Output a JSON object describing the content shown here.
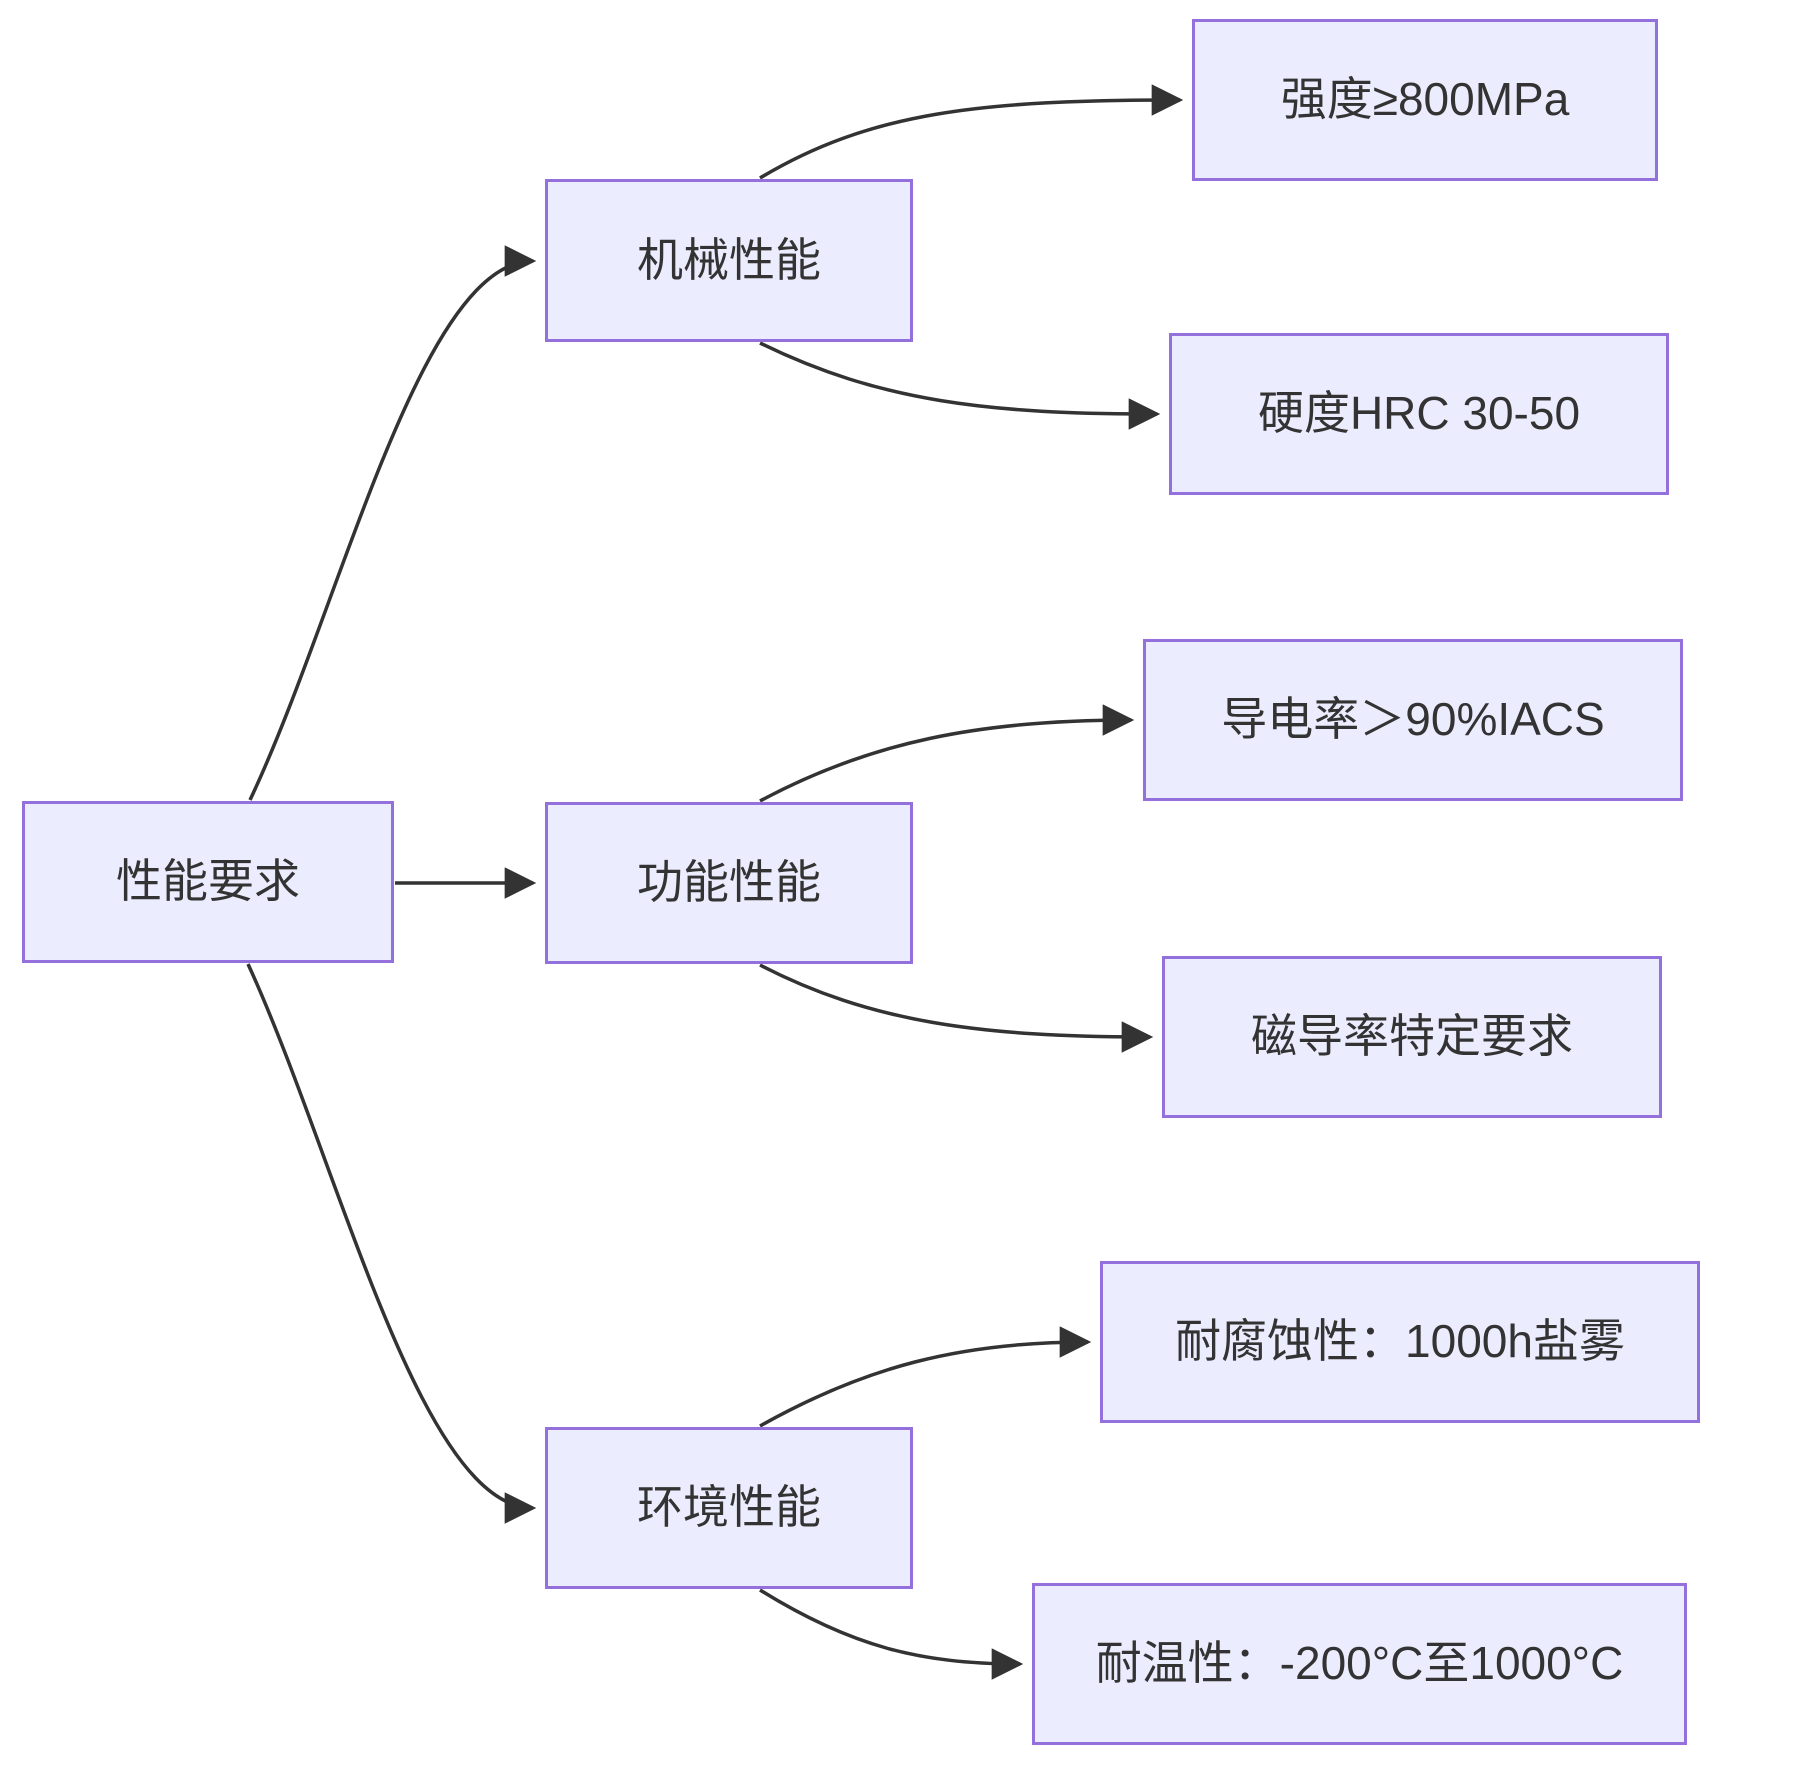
{
  "diagram_type": "flowchart-left-to-right",
  "root": {
    "label": "性能要求"
  },
  "branches": [
    {
      "label": "机械性能",
      "children": [
        {
          "label": "强度≥800MPa"
        },
        {
          "label": "硬度HRC 30-50"
        }
      ]
    },
    {
      "label": "功能性能",
      "children": [
        {
          "label": "导电率＞90%IACS"
        },
        {
          "label": "磁导率特定要求"
        }
      ]
    },
    {
      "label": "环境性能",
      "children": [
        {
          "label": "耐腐蚀性：1000h盐雾"
        },
        {
          "label": "耐温性：-200°C至1000°C"
        }
      ]
    }
  ],
  "colors": {
    "node_fill": "#ECECFF",
    "node_border": "#9370DB",
    "edge": "#333333",
    "text": "#333333",
    "background": "#FFFFFF"
  }
}
